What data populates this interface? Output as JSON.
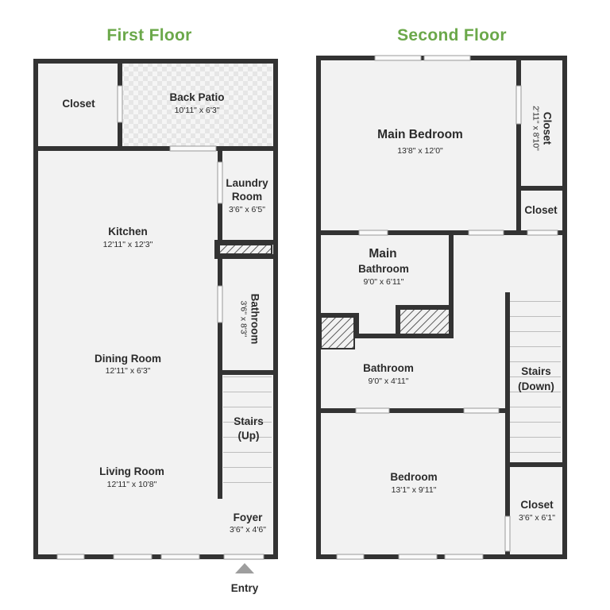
{
  "titles": {
    "first_floor": "First Floor",
    "second_floor": "Second Floor"
  },
  "first_floor": {
    "closet": {
      "name": "Closet"
    },
    "back_patio": {
      "name": "Back Patio",
      "dim": "10'11\" x 6'3\""
    },
    "laundry_room": {
      "name1": "Laundry",
      "name2": "Room",
      "dim": "3'6\" x 6'5\""
    },
    "kitchen": {
      "name": "Kitchen",
      "dim": "12'11\" x 12'3\""
    },
    "bathroom": {
      "name": "Bathroom",
      "dim": "3'6\" x 8'3\""
    },
    "dining_room": {
      "name": "Dining Room",
      "dim": "12'11\" x 6'3\""
    },
    "stairs": {
      "name1": "Stairs",
      "name2": "(Up)"
    },
    "living_room": {
      "name": "Living Room",
      "dim": "12'11\" x 10'8\""
    },
    "foyer": {
      "name": "Foyer",
      "dim": "3'6\" x 4'6\""
    },
    "entry": {
      "label": "Entry"
    }
  },
  "second_floor": {
    "main_bedroom": {
      "name": "Main Bedroom",
      "dim": "13'8\" x 12'0\""
    },
    "closet_top": {
      "name": "Closet",
      "dim": "2'11\" x 8'10\""
    },
    "closet_small": {
      "name": "Closet"
    },
    "main_bathroom": {
      "name1": "Main",
      "name2": "Bathroom",
      "dim": "9'0\" x 6'11\""
    },
    "bathroom": {
      "name": "Bathroom",
      "dim": "9'0\" x 4'11\""
    },
    "stairs": {
      "name1": "Stairs",
      "name2": "(Down)"
    },
    "bedroom": {
      "name": "Bedroom",
      "dim": "13'1\" x 9'11\""
    },
    "closet_bottom": {
      "name": "Closet",
      "dim": "3'6\" x 6'1\""
    }
  },
  "colors": {
    "title": "#6ba84a",
    "wall": "#333333",
    "floor": "#f2f2f2"
  }
}
